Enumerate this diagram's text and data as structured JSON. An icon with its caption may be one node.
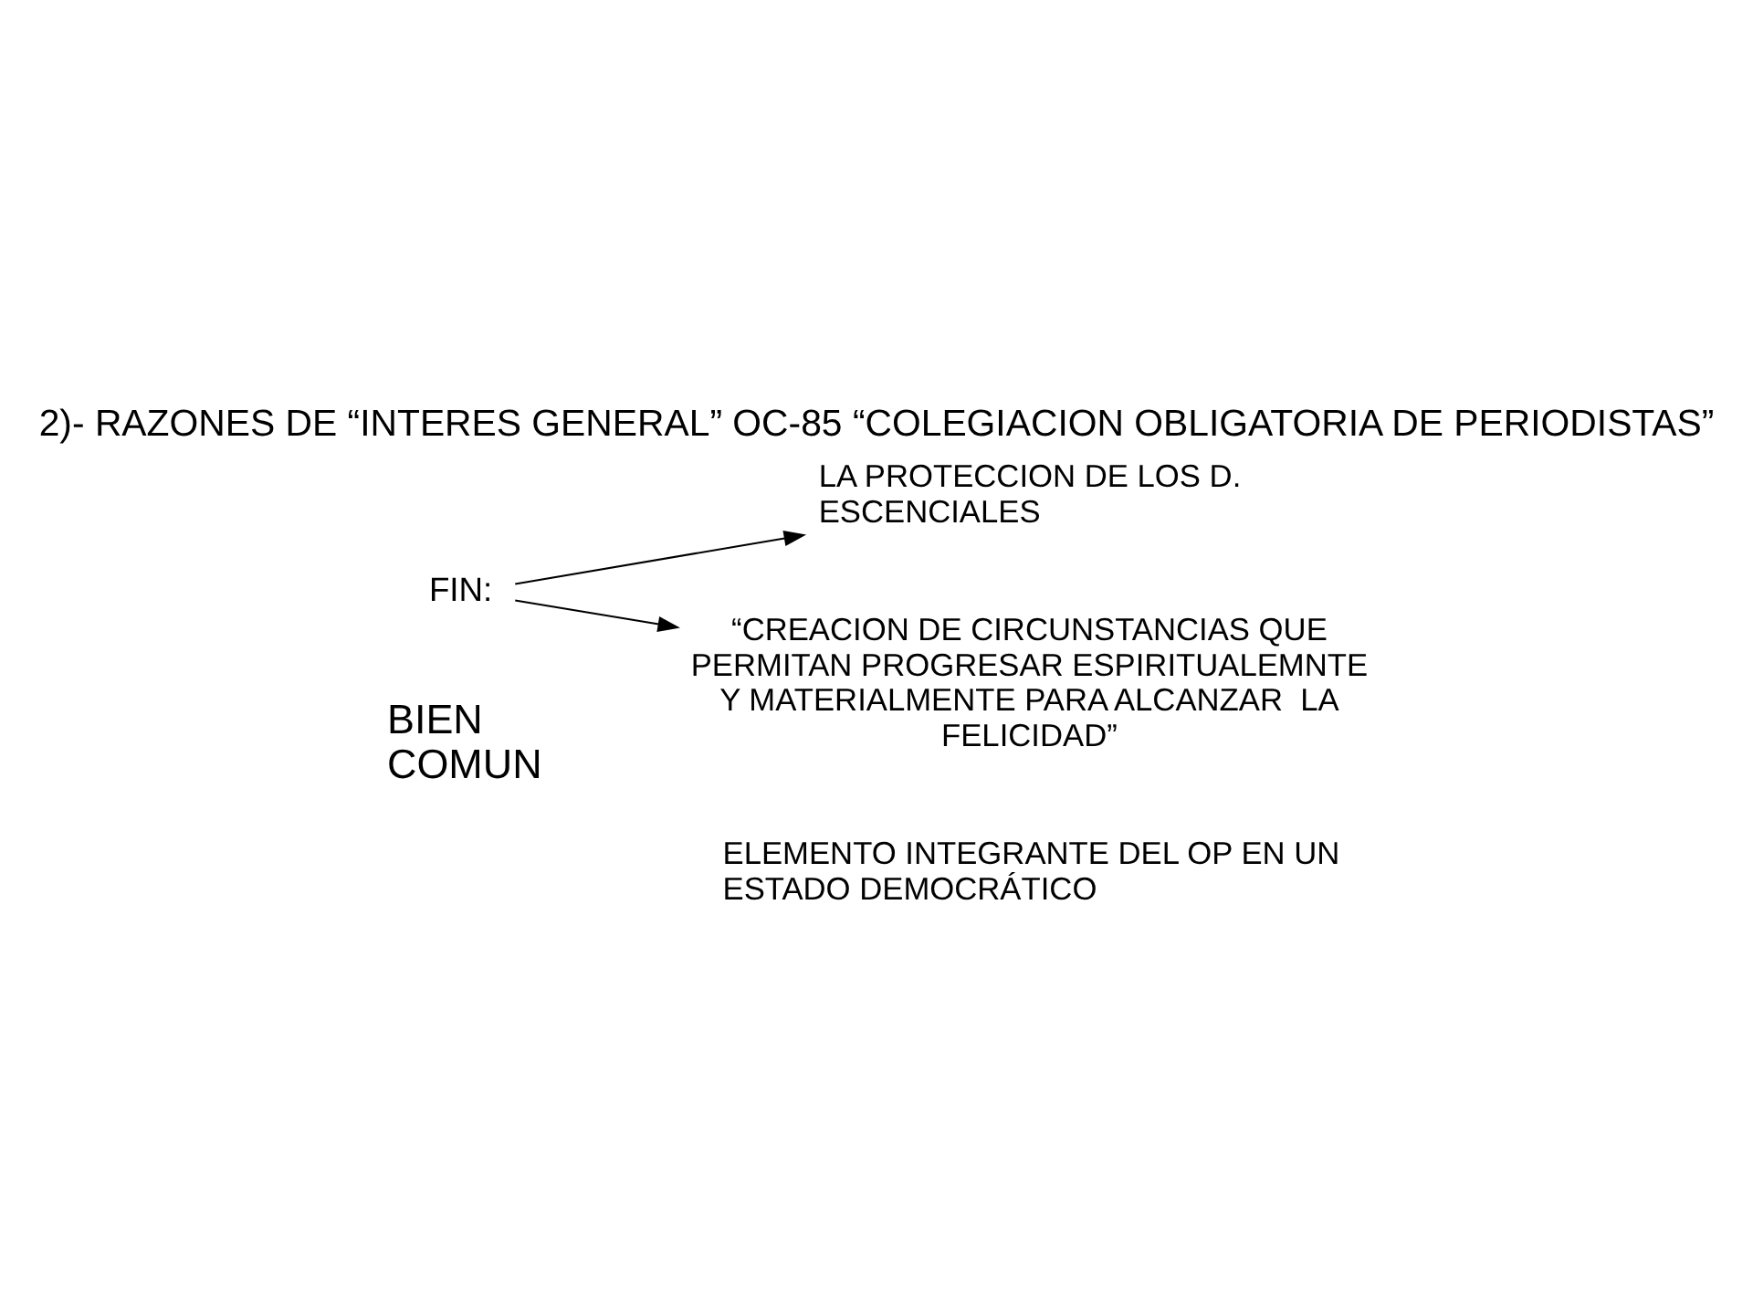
{
  "diagram": {
    "title": "2)- RAZONES DE “INTERES GENERAL” OC-85 “COLEGIACION OBLIGATORIA DE PERIODISTAS”",
    "nodes": [
      {
        "text": [
          "BIEN COMUN"
        ]
      },
      {
        "text": [
          "ELEMENTO INTEGRANTE DEL OP EN UN ESTADO DEMOCRÁTICO"
        ]
      },
      {
        "text": [
          "LA PROTECCION DE LOS D. ESCENCIALES"
        ]
      },
      {
        "text": [
          "FIN:"
        ]
      },
      {
        "text": [
          "“CREACION DE CIRCUNSTANCIAS QUE PERMITAN PROGRESAR ESPIRITUALEMNTE  Y MATERIALMENTE PARA ALCANZAR  LA FELICIDAD”"
        ]
      }
    ],
    "edges": [
      {
        "from": 3,
        "to": 2,
        "arrow": "to"
      },
      {
        "from": 3,
        "to": 4,
        "arrow": "to"
      }
    ]
  }
}
